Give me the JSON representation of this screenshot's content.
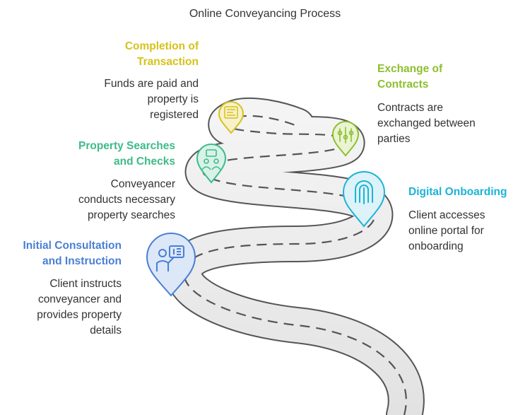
{
  "title": "Online Conveyancing Process",
  "steps": [
    {
      "title": "Initial Consultation and Instruction",
      "title_lines": [
        "Initial Consultation",
        "and Instruction"
      ],
      "description_lines": [
        "Client instructs",
        "conveyancer and",
        "provides property",
        "details"
      ],
      "color": "#4a7fd4",
      "icon": "person-with-screen-icon"
    },
    {
      "title": "Digital Onboarding",
      "title_lines": [
        "Digital Onboarding"
      ],
      "description_lines": [
        "Client accesses",
        "online portal for",
        "onboarding"
      ],
      "color": "#1cb3d8",
      "icon": "fingerprint-icon"
    },
    {
      "title": "Property Searches and Checks",
      "title_lines": [
        "Property Searches",
        "and Checks"
      ],
      "description_lines": [
        "Conveyancer",
        "conducts necessary",
        "property searches"
      ],
      "color": "#3dbb8a",
      "icon": "team-icon"
    },
    {
      "title": "Exchange of Contracts",
      "title_lines": [
        "Exchange of",
        "Contracts"
      ],
      "description_lines": [
        "Contracts are",
        "exchanged between",
        "parties"
      ],
      "color": "#8dbf2e",
      "icon": "exchange-icon"
    },
    {
      "title": "Completion of Transaction",
      "title_lines": [
        "Completion of",
        "Transaction"
      ],
      "description_lines": [
        "Funds are paid and",
        "property is",
        "registered"
      ],
      "color": "#d6c21a",
      "icon": "document-icon"
    }
  ]
}
